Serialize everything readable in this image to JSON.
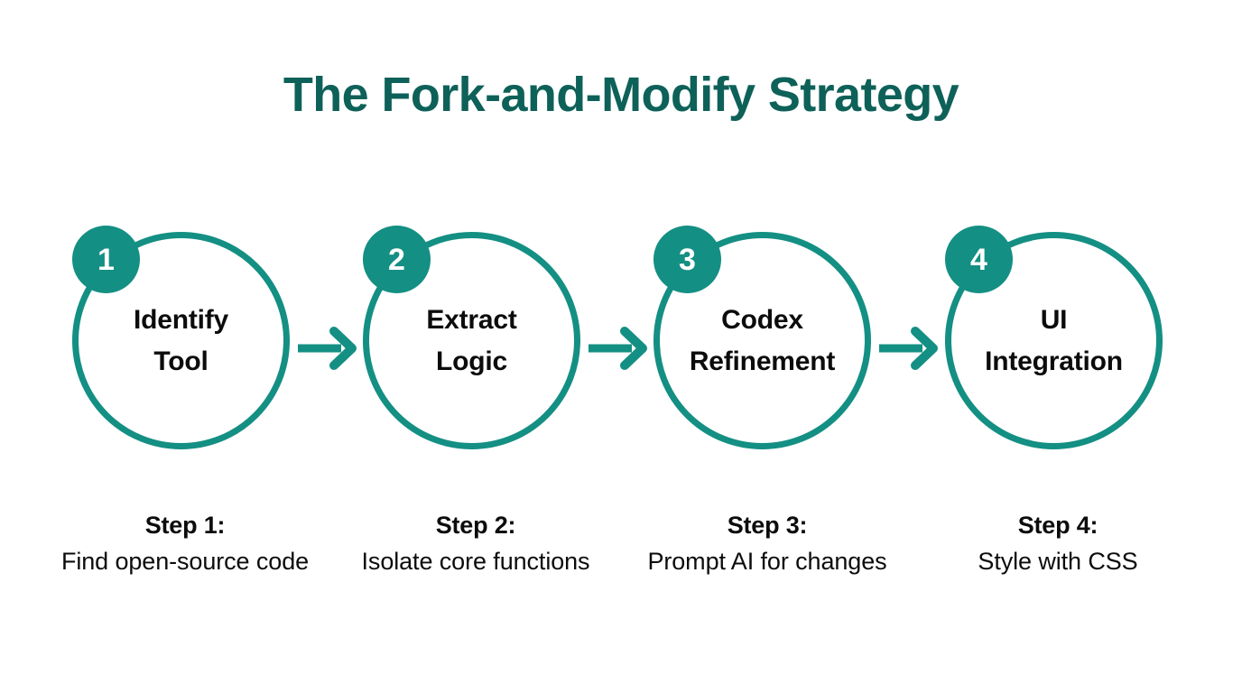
{
  "theme": {
    "background": "#ffffff",
    "title_color": "#0e6158",
    "accent_teal": "#148f83",
    "text_color": "#0c0c0c",
    "badge_text_color": "#ffffff"
  },
  "title": "The Fork-and-Modify Strategy",
  "flow": {
    "arrow_icon": "arrow-right-icon",
    "steps": [
      {
        "badge": "1",
        "node_label": "Identify\nTool",
        "caption_title": "Step 1:",
        "caption_text": "Find open-source code"
      },
      {
        "badge": "2",
        "node_label": "Extract\nLogic",
        "caption_title": "Step 2:",
        "caption_text": "Isolate core functions"
      },
      {
        "badge": "3",
        "node_label": "Codex\nRefinement",
        "caption_title": "Step 3:",
        "caption_text": "Prompt AI for changes"
      },
      {
        "badge": "4",
        "node_label": "UI\nIntegration",
        "caption_title": "Step 4:",
        "caption_text": "Style with CSS"
      }
    ]
  }
}
